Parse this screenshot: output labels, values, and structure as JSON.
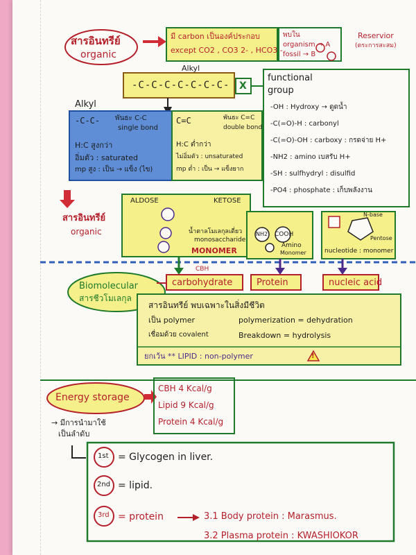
{
  "colors": {
    "red": "#b51f2a",
    "green": "#1e7a2a",
    "yellow": "#f7ee5a",
    "blue": "#2f5fb8",
    "purple": "#4b2a8a",
    "background": "#efa9c4"
  },
  "top": {
    "title_th": "สารอินทรีย์",
    "title_en": "organic",
    "carbon_line1": "มี carbon เป็นองค์ประกอบ",
    "carbon_line2": "except CO2 , CO3 2- , HCO3 -",
    "sources_1": "พบใน",
    "sources_2": "organism → A",
    "sources_3": "fossil → B",
    "reservior_1": "Reservior",
    "reservior_2": "(ตระการสะสม)"
  },
  "alkyl": {
    "label_top": "Alkyl",
    "chain": "-C-C-C-C-C-C-C-",
    "x_mark": "X"
  },
  "functional": {
    "title_1": "functional",
    "title_2": "group",
    "items": [
      "-OH : Hydroxy → ดูดน้ำ",
      "-C(=O)-H : carbonyl",
      "-C(=O)-OH : carboxy : กรดจ่าย H+",
      "-NH2 : amino เบสรับ H+",
      "-SH : sulfhydryl : disulfid",
      "-PO4 : phosphate : เก็บพลังงาน"
    ]
  },
  "alkyl_types": {
    "label": "Alkyl",
    "single_formula": "-C-C-",
    "single_1": "พันธะ C-C",
    "single_2": "single bond",
    "single_hc": "H:C สูงกว่า",
    "single_sat": "อิ่มตัว : saturated",
    "single_mp": "mp สูง : เป็น → แข็ง (ไข)",
    "double_formula": "C=C",
    "double_1": "พันธะ C=C",
    "double_2": "double bond",
    "double_hc": "H:C ต่ำกว่า",
    "double_unsat": "ไม่อิ่มตัว : unsaturated",
    "double_mp": "mp ต่ำ : เป็น → แข็งยาก"
  },
  "organic2": {
    "th": "สารอินทรีย์",
    "en": "organic"
  },
  "monomer": {
    "aldose": "ALDOSE",
    "ketose": "KETOSE",
    "note_1": "น้ำตาลโมเลกุลเดี่ยว",
    "note_2": "monosaccharide",
    "label": "MONOMER",
    "amino_1": "Amino",
    "amino_2": "Monomer",
    "amino_cooh": "COOH",
    "amino_nh2": "NH2",
    "pentose": "Pentose",
    "base": "N-base",
    "nucleotide": "nucleotide : monomer"
  },
  "bio": {
    "cbh": "CBH",
    "title_1": "Biomolecular",
    "title_2": "สารชีวโมเลกุล",
    "carbohydrate": "carbohydrate",
    "protein": "Protein",
    "nucleic": "nucleic acid",
    "line1": "สารอินทรีย์ พบเฉพาะในสิ่งมีชีวิต",
    "line2a": "เป็น polymer",
    "line2b": "polymerization = dehydration",
    "line3a": "เชื่อมด้วย covalent",
    "line3b": "Breakdown = hydrolysis",
    "except": "ยกเว้น ** LIPID : non-polymer",
    "warn": "!"
  },
  "energy": {
    "title": "Energy storage",
    "cbh": "CBH 4 Kcal/g",
    "lipid": "Lipid 9 Kcal/g",
    "protein": "Protein 4 Kcal/g",
    "order_1": "→ มีการนำมาใช้",
    "order_2": "เป็นลำดับ",
    "first_num": "1st",
    "first": "= Glycogen in liver.",
    "second_num": "2nd",
    "second": "= lipid.",
    "third_num": "3rd",
    "third": "= protein",
    "p31": "3.1 Body protein : Marasmus.",
    "p32": "3.2 Plasma protein : KWASHIOKOR"
  }
}
